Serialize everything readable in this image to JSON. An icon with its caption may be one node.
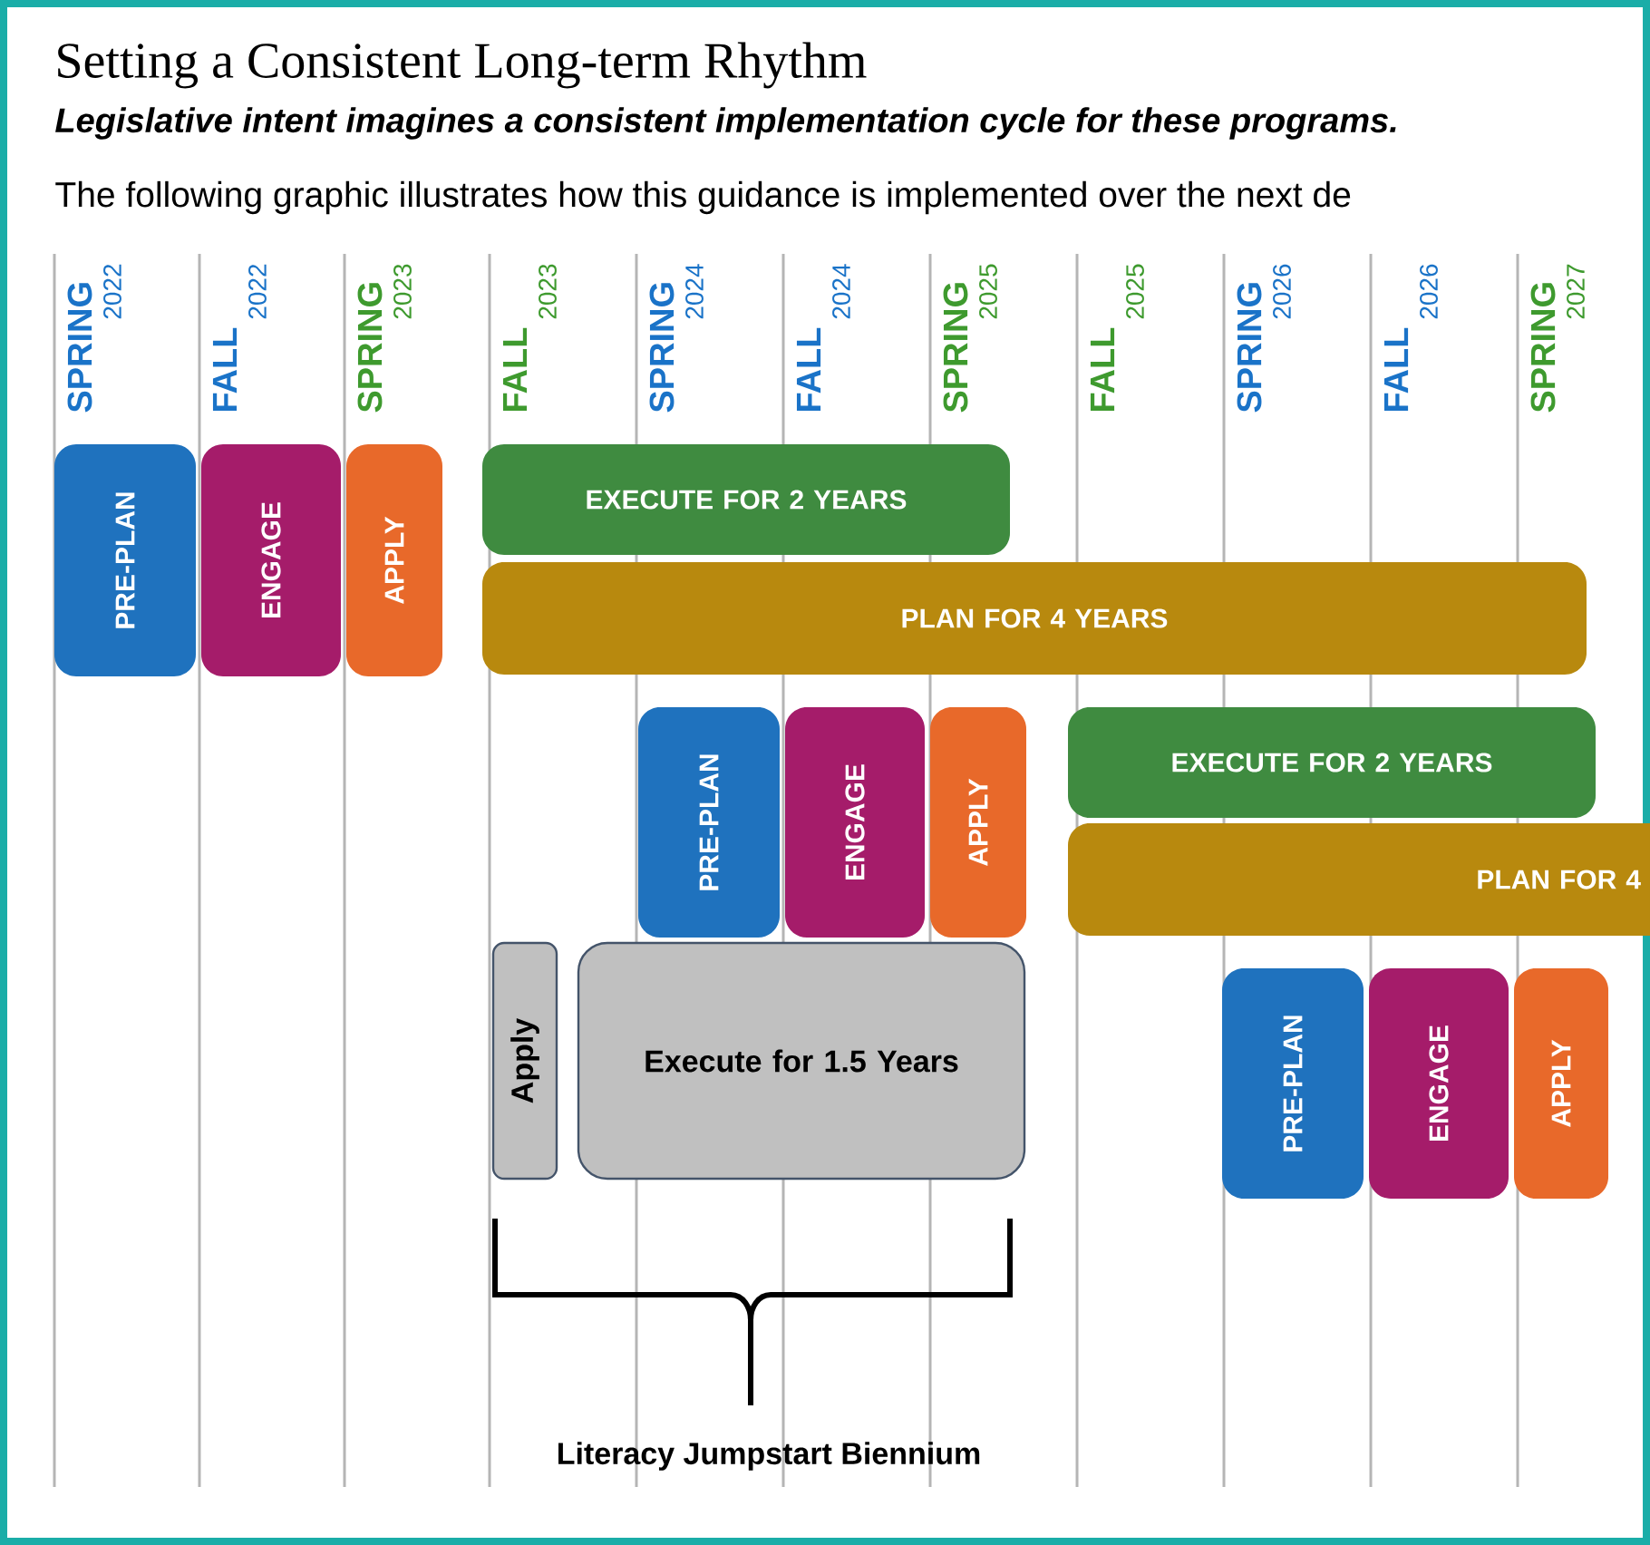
{
  "diagram": {
    "title": "Setting a Consistent Long-term Rhythm",
    "nodes": [
      {
        "text": [
          "PRE-PLAN"
        ]
      },
      {
        "text": [
          "ENGAGE"
        ]
      },
      {
        "text": [
          "APPLY"
        ]
      },
      {
        "text": [
          "EXECUTE FOR 2 YEARS"
        ]
      },
      {
        "text": [
          "PLAN FOR 4 YEARS"
        ]
      },
      {
        "text": [
          "PRE-PLAN"
        ]
      },
      {
        "text": [
          "ENGAGE"
        ]
      },
      {
        "text": [
          "APPLY"
        ]
      },
      {
        "text": [
          "EXECUTE FOR 2 YEARS"
        ]
      },
      {
        "text": [
          "PLAN FOR 4"
        ]
      },
      {
        "text": [
          "Apply"
        ]
      },
      {
        "text": [
          "Execute for 1.5 Years"
        ]
      },
      {
        "text": [
          "PRE-PLAN"
        ]
      },
      {
        "text": [
          "ENGAGE"
        ]
      },
      {
        "text": [
          "APPLY"
        ]
      }
    ],
    "labels": [
      "Legislative intent imagines a consistent implementation cycle for these programs.",
      "The following graphic illustrates how this guidance is implemented over the next de",
      "SPRING",
      "2022",
      "FALL",
      "2022",
      "SPRING",
      "2023",
      "FALL",
      "2023",
      "SPRING",
      "2024",
      "FALL",
      "2024",
      "SPRING",
      "2025",
      "FALL",
      "2025",
      "SPRING",
      "2026",
      "FALL",
      "2026",
      "SPRING",
      "2027",
      "Literacy Jumpstart Biennium"
    ]
  }
}
